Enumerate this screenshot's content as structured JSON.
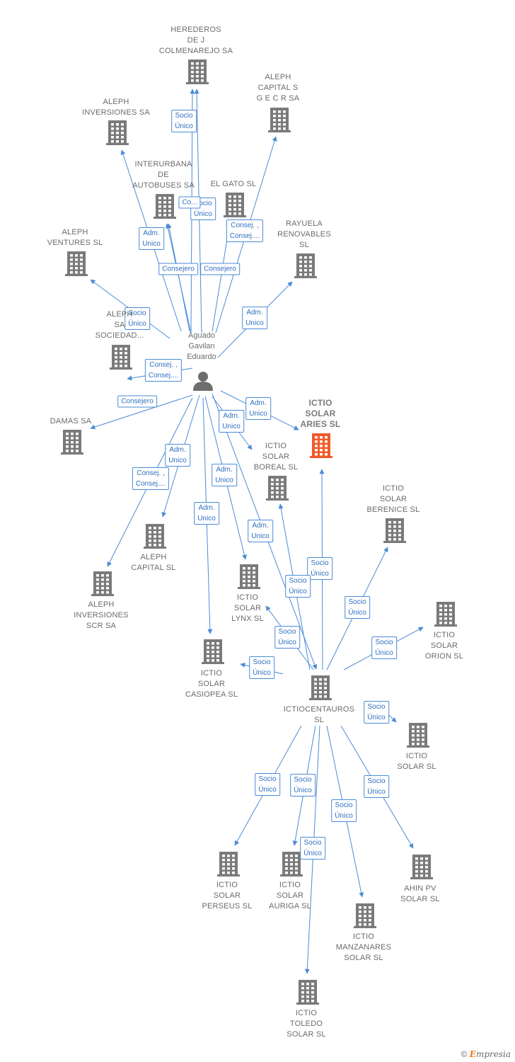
{
  "colors": {
    "edge": "#4a8bd6",
    "node": "#7a7a7a",
    "highlight": "#f05a2a",
    "person": "#6e6e6e"
  },
  "person": {
    "id": "p",
    "label": "Aguado\nGavilan\nEduardo"
  },
  "nodes": [
    {
      "id": "herederos",
      "label": "HEREDEROS\nDE J\nCOLMENAREJO SA"
    },
    {
      "id": "alephcap_sgecr",
      "label": "ALEPH\nCAPITAL S\nG E C R SA"
    },
    {
      "id": "aleph_inv",
      "label": "ALEPH\nINVERSIONES SA"
    },
    {
      "id": "interurbana",
      "label": "INTERURBANA\nDE\nAUTOBUSES SA"
    },
    {
      "id": "elgato",
      "label": "EL GATO SL"
    },
    {
      "id": "rayuela",
      "label": "RAYUELA\nRENOVABLES\nSL"
    },
    {
      "id": "aleph_ventures",
      "label": "ALEPH\nVENTURES SL"
    },
    {
      "id": "aleph_sa_soc",
      "label": "ALEPH\nSA\nSOCIEDAD..."
    },
    {
      "id": "damas",
      "label": "DAMAS SA"
    },
    {
      "id": "aries",
      "label": "ICTIO\nSOLAR\nARIES SL",
      "highlight": true
    },
    {
      "id": "boreal",
      "label": "ICTIO\nSOLAR\nBOREAL SL"
    },
    {
      "id": "berenice",
      "label": "ICTIO\nSOLAR\nBERENICE SL"
    },
    {
      "id": "aleph_capital",
      "label": "ALEPH\nCAPITAL SL"
    },
    {
      "id": "aleph_scr",
      "label": "ALEPH\nINVERSIONES\nSCR SA"
    },
    {
      "id": "lynx",
      "label": "ICTIO\nSOLAR\nLYNX SL"
    },
    {
      "id": "orion",
      "label": "ICTIO\nSOLAR\nORION SL"
    },
    {
      "id": "casiopea",
      "label": "ICTIO\nSOLAR\nCASIOPEA SL"
    },
    {
      "id": "centauros",
      "label": "ICTIOCENTAUROS\nSL"
    },
    {
      "id": "ictio_solar",
      "label": "ICTIO\nSOLAR SL"
    },
    {
      "id": "perseus",
      "label": "ICTIO\nSOLAR\nPERSEUS SL"
    },
    {
      "id": "auriga",
      "label": "ICTIO\nSOLAR\nAURIGA SL"
    },
    {
      "id": "ahin",
      "label": "AHIN PV\nSOLAR SL"
    },
    {
      "id": "manzanares",
      "label": "ICTIO\nMANZANARES\nSOLAR SL"
    },
    {
      "id": "toledo",
      "label": "ICTIO\nTOLEDO\nSOLAR SL"
    }
  ],
  "edges": [
    {
      "from": "p",
      "to": "herederos",
      "label": "Socio\nÚnico"
    },
    {
      "from": "p",
      "to": "herederos",
      "label": "Socio\nÚnico"
    },
    {
      "from": "p",
      "to": "aleph_inv",
      "label": "Adm.\nUnico"
    },
    {
      "from": "p",
      "to": "interurbana",
      "label": "Consejero"
    },
    {
      "from": "p",
      "to": "elgato",
      "label": "Consejero"
    },
    {
      "from": "p",
      "to": "alephcap_sgecr",
      "label": "Consej. ,\nConsej...."
    },
    {
      "from": "p",
      "to": "rayuela",
      "label": "Adm.\nUnico"
    },
    {
      "from": "p",
      "to": "aleph_ventures",
      "label": "Socio\nÚnico"
    },
    {
      "from": "p",
      "to": "aleph_sa_soc",
      "label": "Consej. ,\nConsej...."
    },
    {
      "from": "p",
      "to": "damas",
      "label": "Consejero"
    },
    {
      "from": "p",
      "to": "aries",
      "label": "Adm.\nUnico"
    },
    {
      "from": "p",
      "to": "boreal",
      "label": "Adm.\nUnico"
    },
    {
      "from": "p",
      "to": "aleph_capital",
      "label": "Adm.\nUnico"
    },
    {
      "from": "p",
      "to": "aleph_scr",
      "label": "Consej. ,\nConsej...."
    },
    {
      "from": "p",
      "to": "lynx",
      "label": "Adm.\nUnico"
    },
    {
      "from": "p",
      "to": "casiopea",
      "label": "Adm.\nUnico"
    },
    {
      "from": "p",
      "to": "centauros",
      "label": "Adm.\nUnico"
    },
    {
      "from": "centauros",
      "to": "aries",
      "label": "Socio\nÚnico"
    },
    {
      "from": "centauros",
      "to": "boreal",
      "label": "Socio\nÚnico"
    },
    {
      "from": "centauros",
      "to": "lynx",
      "label": "Socio\nÚnico"
    },
    {
      "from": "centauros",
      "to": "berenice",
      "label": "Socio\nÚnico"
    },
    {
      "from": "centauros",
      "to": "orion",
      "label": "Socio\nÚnico"
    },
    {
      "from": "centauros",
      "to": "casiopea",
      "label": "Socio\nÚnico"
    },
    {
      "from": "centauros",
      "to": "ictio_solar",
      "label": "Socio\nÚnico"
    },
    {
      "from": "centauros",
      "to": "perseus",
      "label": "Socio\nÚnico"
    },
    {
      "from": "centauros",
      "to": "auriga",
      "label": "Socio\nÚnico"
    },
    {
      "from": "centauros",
      "to": "toledo",
      "label": "Socio\nÚnico"
    },
    {
      "from": "centauros",
      "to": "manzanares",
      "label": "Socio\nÚnico"
    },
    {
      "from": "centauros",
      "to": "ahin",
      "label": "Socio\nÚnico"
    },
    {
      "from": "p",
      "to": "interurbana",
      "label": "Co..."
    }
  ],
  "footer": {
    "copyright": "©",
    "brand_first": "E",
    "brand_rest": "mpresia"
  }
}
